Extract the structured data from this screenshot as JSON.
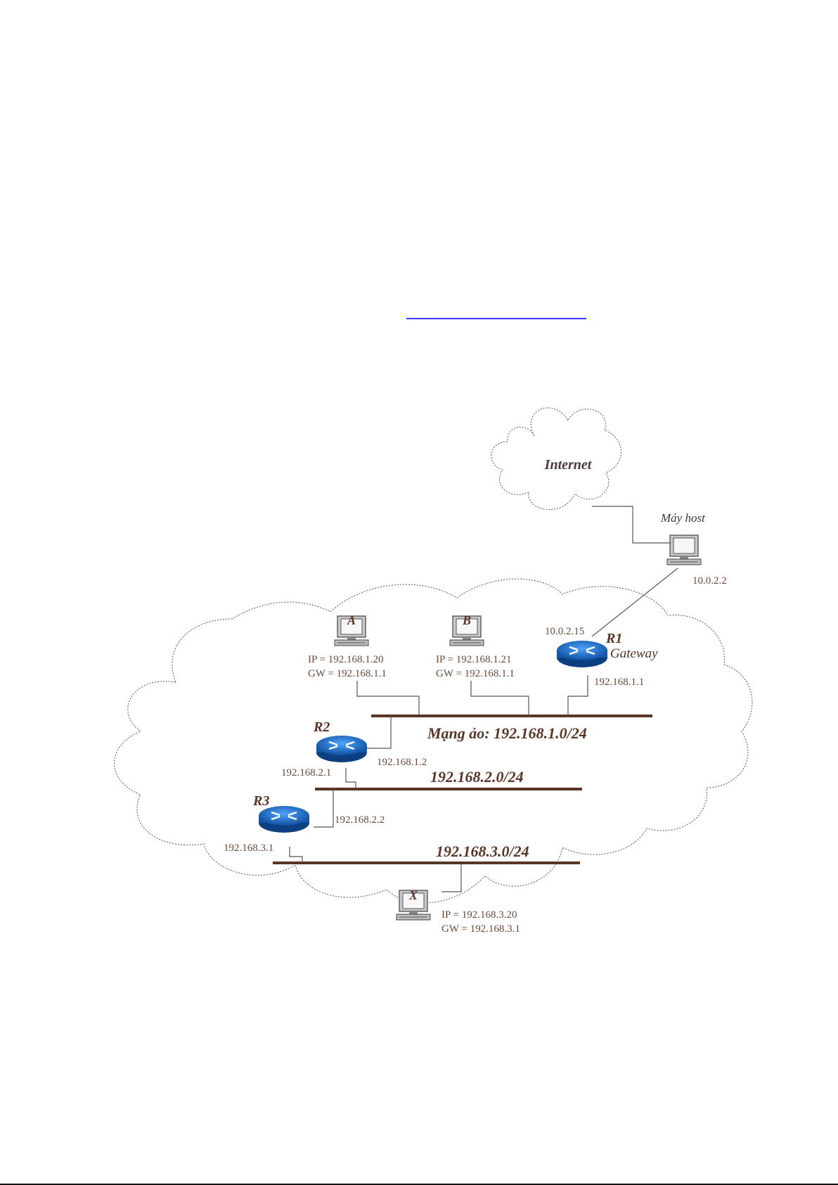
{
  "internet_label": "Internet",
  "host": {
    "label": "Máy host",
    "ip": "10.0.2.2"
  },
  "r1": {
    "name": "R1",
    "subtitle": "Gateway",
    "wan_ip": "10.0.2.15",
    "lan_ip": "192.168.1.1"
  },
  "r2": {
    "name": "R2",
    "ip_net1": "192.168.1.2",
    "ip_net2": "192.168.2.1"
  },
  "r3": {
    "name": "R3",
    "ip_net2": "192.168.2.2",
    "ip_net3": "192.168.3.1"
  },
  "pc_a": {
    "letter": "A",
    "ip": "IP = 192.168.1.20",
    "gw": "GW = 192.168.1.1"
  },
  "pc_b": {
    "letter": "B",
    "ip": "IP = 192.168.1.21",
    "gw": "GW = 192.168.1.1"
  },
  "pc_x": {
    "letter": "X",
    "ip": "IP = 192.168.3.20",
    "gw": "GW = 192.168.3.1"
  },
  "networks": {
    "net1": "Mạng ảo: 192.168.1.0/24",
    "net2": "192.168.2.0/24",
    "net3": "192.168.3.0/24"
  },
  "colors": {
    "bus": "#5a3526",
    "router": "#1f6fc0",
    "cloud_stroke": "#555555",
    "link": "#3a3aff"
  }
}
